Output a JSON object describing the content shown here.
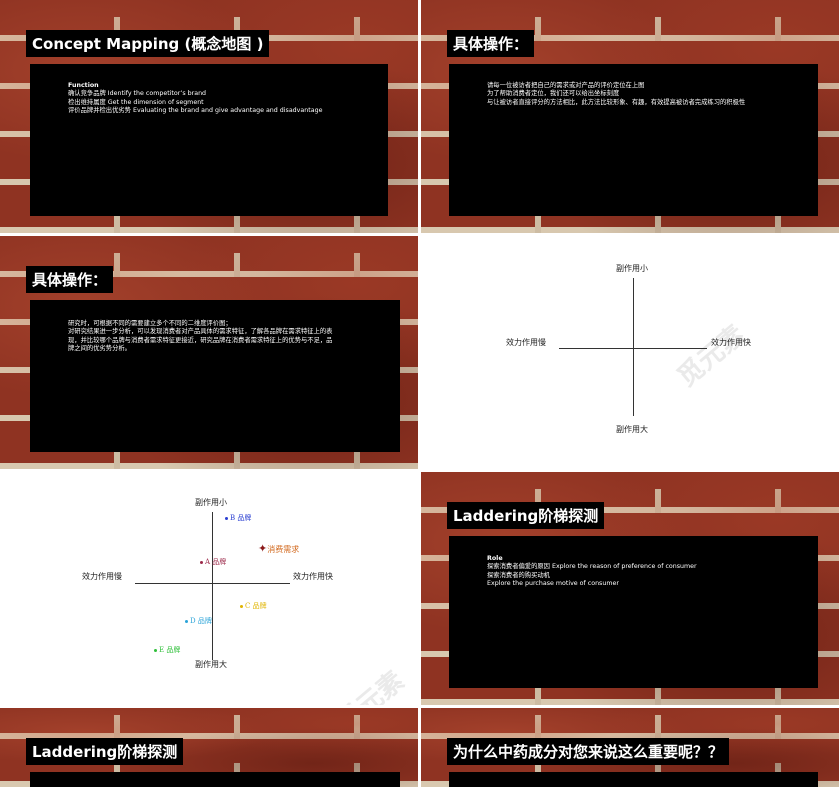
{
  "slides": {
    "s1": {
      "title": "Concept Mapping (概念地图 )",
      "lines": [
        {
          "text": "Function",
          "bold": true
        },
        {
          "text": "确认竞争品牌 Identify the competitor’s brand",
          "bold": false
        },
        {
          "text": "检出维持属度 Get the dimension of segment",
          "bold": false
        },
        {
          "text": "评价品牌并检出优劣势 Evaluating the brand and give advantage and disadvantage",
          "bold": false
        }
      ]
    },
    "s2": {
      "title": "具体操作：",
      "lines": [
        {
          "text": "请每一位被访者把自己的需求或对产品的评价定位在上图",
          "bold": false
        },
        {
          "text": "为了帮助消费者定位，我们还可以给出坐标刻度",
          "bold": false
        },
        {
          "text": "与让被访者直接评分的方法相比，此方法比较形象、有趣，有效提高被访者完成练习的积极性",
          "bold": false
        }
      ]
    },
    "s3": {
      "title": "具体操作：",
      "lines": [
        {
          "text": "研究时，可根据不同的需要建立多个不同的二维度评价图；",
          "bold": false
        },
        {
          "text": "对研究结果进一步分析，可以发现消费者对产品具体的需求特征，了解各品牌在需求特征上的表",
          "bold": false
        },
        {
          "text": "现，并比较哪个品牌与消费者需求特征更接近，研究品牌在消费者需求特征上的优势与不足，品",
          "bold": false
        },
        {
          "text": "牌之间的优劣势分析。",
          "bold": false
        }
      ]
    },
    "s4": {
      "top": "副作用小",
      "bottom": "副作用大",
      "left": "效力作用慢",
      "right": "效力作用快"
    },
    "s5": {
      "top": "副作用小",
      "bottom": "副作用大",
      "left": "效力作用慢",
      "right": "效力作用快",
      "brands": [
        {
          "label": "B 品牌",
          "color": "#2b3fd1"
        },
        {
          "label": "A 品牌",
          "color": "#9c2a4a"
        },
        {
          "label": "消费需求",
          "color": "#d2691e"
        },
        {
          "label": "C 品牌",
          "color": "#e0b400"
        },
        {
          "label": "D 品牌",
          "color": "#2aa3d8"
        },
        {
          "label": "E 品牌",
          "color": "#2fbf3a"
        }
      ]
    },
    "s6": {
      "title": "Laddering阶梯探测",
      "lines": [
        {
          "text": "Role",
          "bold": true
        },
        {
          "text": "探索消费者偏爱的原因 Explore the reason of preference of consumer",
          "bold": false
        },
        {
          "text": "探索消费者的购买动机",
          "bold": false
        },
        {
          "text": "   Explore the purchase motive of consumer",
          "bold": false
        }
      ]
    },
    "s7": {
      "title": "Laddering阶梯探测"
    },
    "s8": {
      "title": "为什么中药成分对您来说这么重要呢？？"
    }
  },
  "watermark": "觅元素"
}
